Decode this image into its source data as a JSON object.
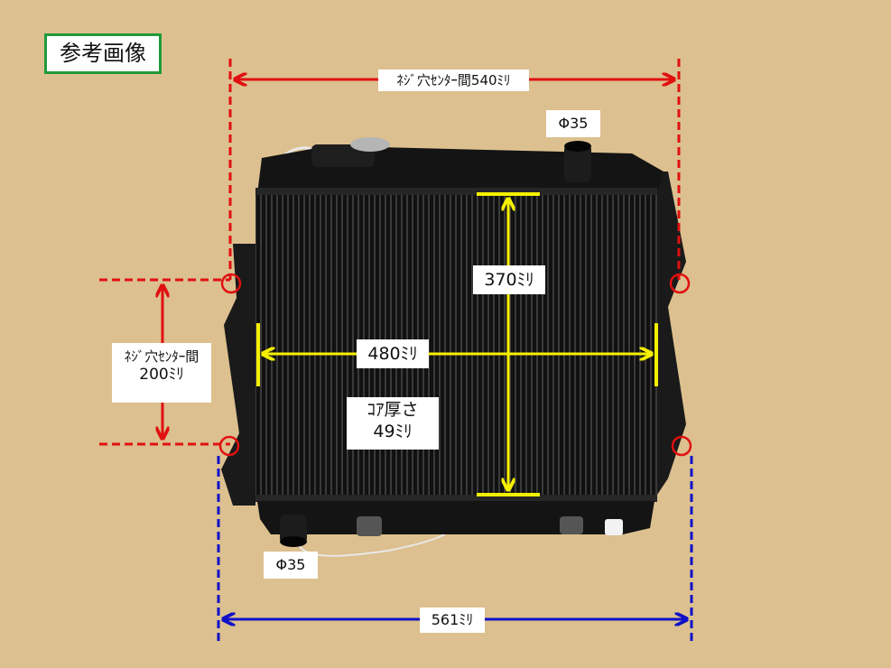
{
  "badge": {
    "text": "参考画像"
  },
  "labels": {
    "top_span": "ﾈｼﾞ穴ｾﾝﾀｰ間540ﾐﾘ",
    "outlet_top": "Φ35",
    "height": "370ﾐﾘ",
    "width": "480ﾐﾘ",
    "side_span_line1": "ﾈｼﾞ穴ｾﾝﾀｰ間",
    "side_span_line2": "200ﾐﾘ",
    "core_line1": "ｺｱ厚さ",
    "core_line2": "49ﾐﾘ",
    "outlet_bottom": "Φ35",
    "overall_width": "561ﾐﾘ"
  },
  "colors": {
    "background": "#dcc08f",
    "red": "#e01010",
    "yellow": "#f5f000",
    "blue": "#1010c8",
    "badge_border": "#1f9a3a",
    "radiator_dark": "#151515",
    "radiator_mid": "#2a2a2a"
  }
}
